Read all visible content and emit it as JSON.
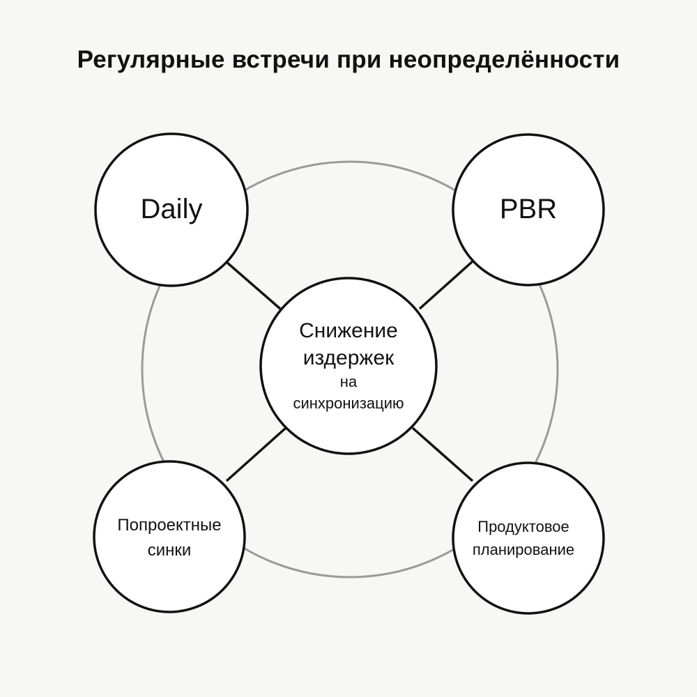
{
  "title": "Регулярные встречи при неопределённости",
  "center": {
    "line1": "Снижение",
    "line2": "издержек",
    "line3": "на",
    "line4": "синхронизацию"
  },
  "nodes": {
    "daily": "Daily",
    "pbr": "PBR",
    "projects_line1": "Попроектные",
    "projects_line2": "синки",
    "product_line1": "Продуктовое",
    "product_line2": "планирование"
  },
  "colors": {
    "background": "#f7f7f5",
    "stroke": "#111111",
    "ring": "#9a9a9a",
    "node_fill": "#ffffff"
  }
}
